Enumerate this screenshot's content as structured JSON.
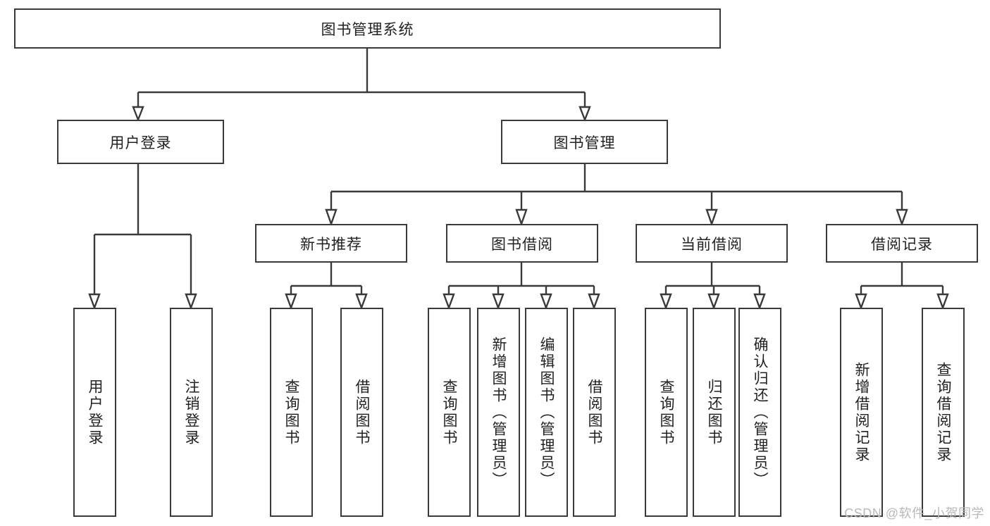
{
  "diagram": {
    "title": "图书管理系统",
    "root": {
      "label": "图书管理系统"
    },
    "level1": [
      {
        "label": "用户登录"
      },
      {
        "label": "图书管理"
      }
    ],
    "level2": [
      {
        "label": "新书推荐"
      },
      {
        "label": "图书借阅"
      },
      {
        "label": "当前借阅"
      },
      {
        "label": "借阅记录"
      }
    ],
    "leaves": {
      "user_login": [
        {
          "label": "用户登录"
        },
        {
          "label": "注销登录"
        }
      ],
      "new_book": [
        {
          "label": "查询图书"
        },
        {
          "label": "借阅图书"
        }
      ],
      "book_borrow": [
        {
          "label": "查询图书"
        },
        {
          "label": "新增图书（管理员）"
        },
        {
          "label": "编辑图书（管理员）"
        },
        {
          "label": "借阅图书"
        }
      ],
      "current_borrow": [
        {
          "label": "查询图书"
        },
        {
          "label": "归还图书"
        },
        {
          "label": "确认归还（管理员）"
        }
      ],
      "borrow_record": [
        {
          "label": "新增借阅记录"
        },
        {
          "label": "查询借阅记录"
        }
      ]
    }
  },
  "watermark": {
    "text": "CSDN @软件_小贺同学"
  },
  "colors": {
    "border": "#3a3a3a",
    "text": "#222222",
    "background": "#ffffff",
    "watermark": "#b9b9b9"
  }
}
